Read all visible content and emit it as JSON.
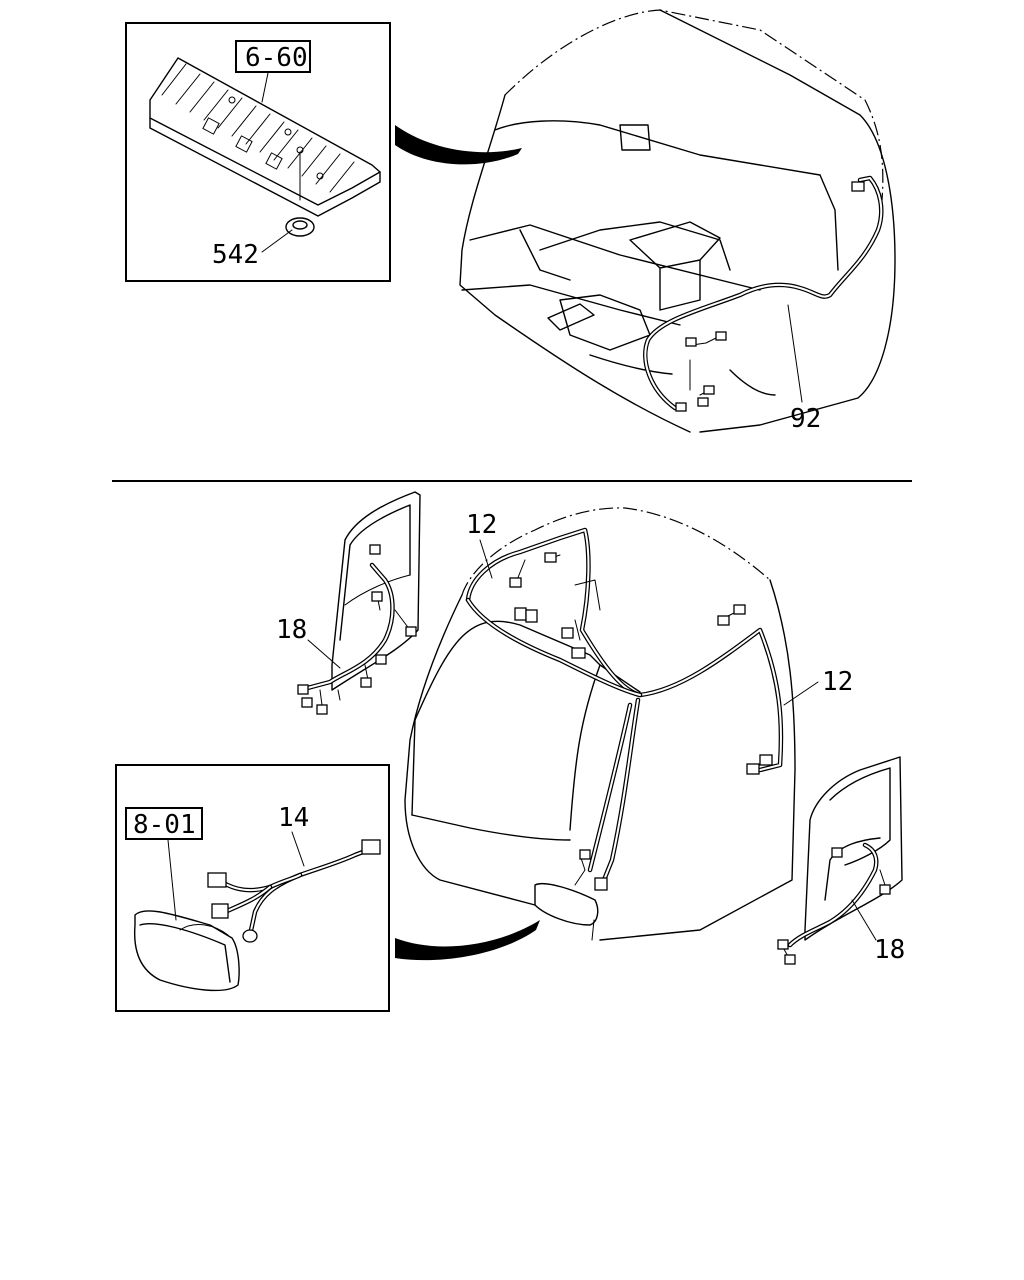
{
  "diagram": {
    "labels": {
      "roof_panel_ref": "6-60",
      "grommet": "542",
      "floor_harness": "92",
      "roof_harness_left": "12",
      "roof_harness_right": "12",
      "left_door_harness": "18",
      "right_door_harness": "18",
      "lamp_harness": "14",
      "lamp_ref": "8-01"
    }
  }
}
